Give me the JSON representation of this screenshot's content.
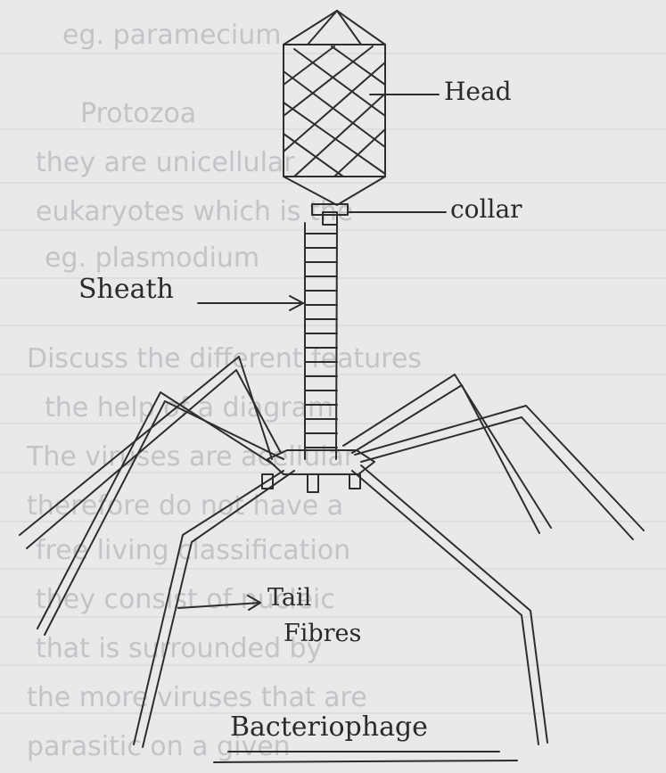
{
  "labels": {
    "head": "Head",
    "collar": "collar",
    "sheath": "Sheath",
    "tail_fibres_line1": "Tail",
    "tail_fibres_line2": "Fibres",
    "title": "Bacteriophage"
  },
  "background_text": [
    "eg. paramecium",
    "Protozoa",
    "they are unicellular",
    "eukaryotes which is the",
    "eg. plasmodium",
    "Discuss the different features",
    "the help of a diagram",
    "The viruses are acellular",
    "therefore do not have a",
    "free living classification",
    "they consist of nucleic",
    "that is surrounded by",
    "the more viruses that are",
    "parasitic on a given"
  ],
  "colors": {
    "paper": "#e9e9ea",
    "ink": "#2e2e2e",
    "faded_ink": "#c4c4c8",
    "rule_line": "#cfd3dc"
  }
}
